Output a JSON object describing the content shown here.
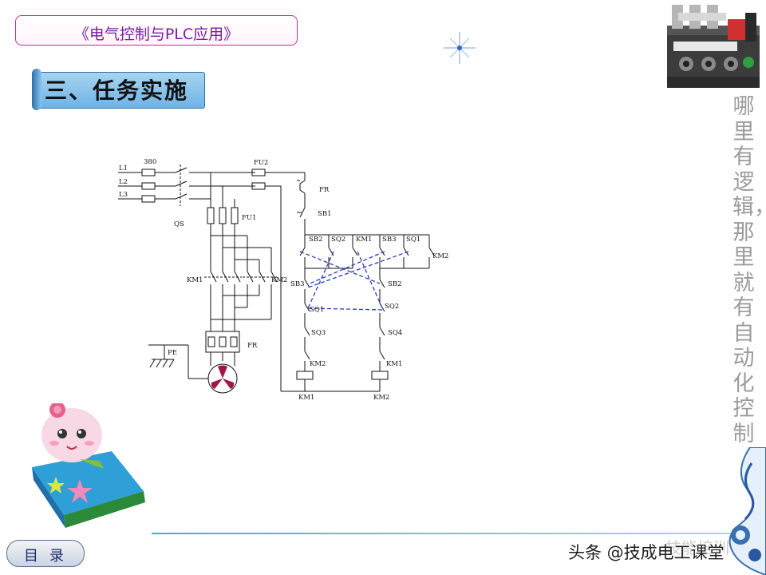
{
  "header": {
    "course_title": "《电气控制与PLC应用》",
    "section_title": "三、任务实施"
  },
  "sidebar": {
    "slogan": "哪里有逻辑，那里就有自动化控制"
  },
  "diagram": {
    "lines": [
      "L1",
      "L2",
      "L3"
    ],
    "voltage": "380",
    "switch": "QS",
    "fuse_main": "FU1",
    "fuse_control": "FU2",
    "contactor_1": "KM1",
    "contactor_2": "KM2",
    "thermal_relay": "FR",
    "ground": "PE",
    "contacts": {
      "fr": "FR",
      "sb1": "SB1",
      "sb2_left": "SB2",
      "sq2_top": "SQ2",
      "km1_top": "KM1",
      "sb3_top": "SB3",
      "sq1_top": "SQ1",
      "km2_right": "KM2",
      "sb3_left": "SB3",
      "sb2_right": "SB2",
      "sq1_left": "SQ1",
      "sq2_right": "SQ2",
      "sq3": "SQ3",
      "sq4": "SQ4",
      "km2_interlock": "KM2",
      "km1_interlock": "KM1",
      "coil_km1": "KM1",
      "coil_km2": "KM2"
    }
  },
  "footer": {
    "toc_button": "目录",
    "watermark_faint": "技能培训",
    "watermark": "头条 @技成电工课堂"
  },
  "colors": {
    "course_border": "#c8308a",
    "course_text": "#7a1fa0",
    "banner": "#6fb3e6",
    "slogan": "#9b9b9b",
    "circuit": "#111111",
    "mechanical_link": "#2a3fbf"
  }
}
